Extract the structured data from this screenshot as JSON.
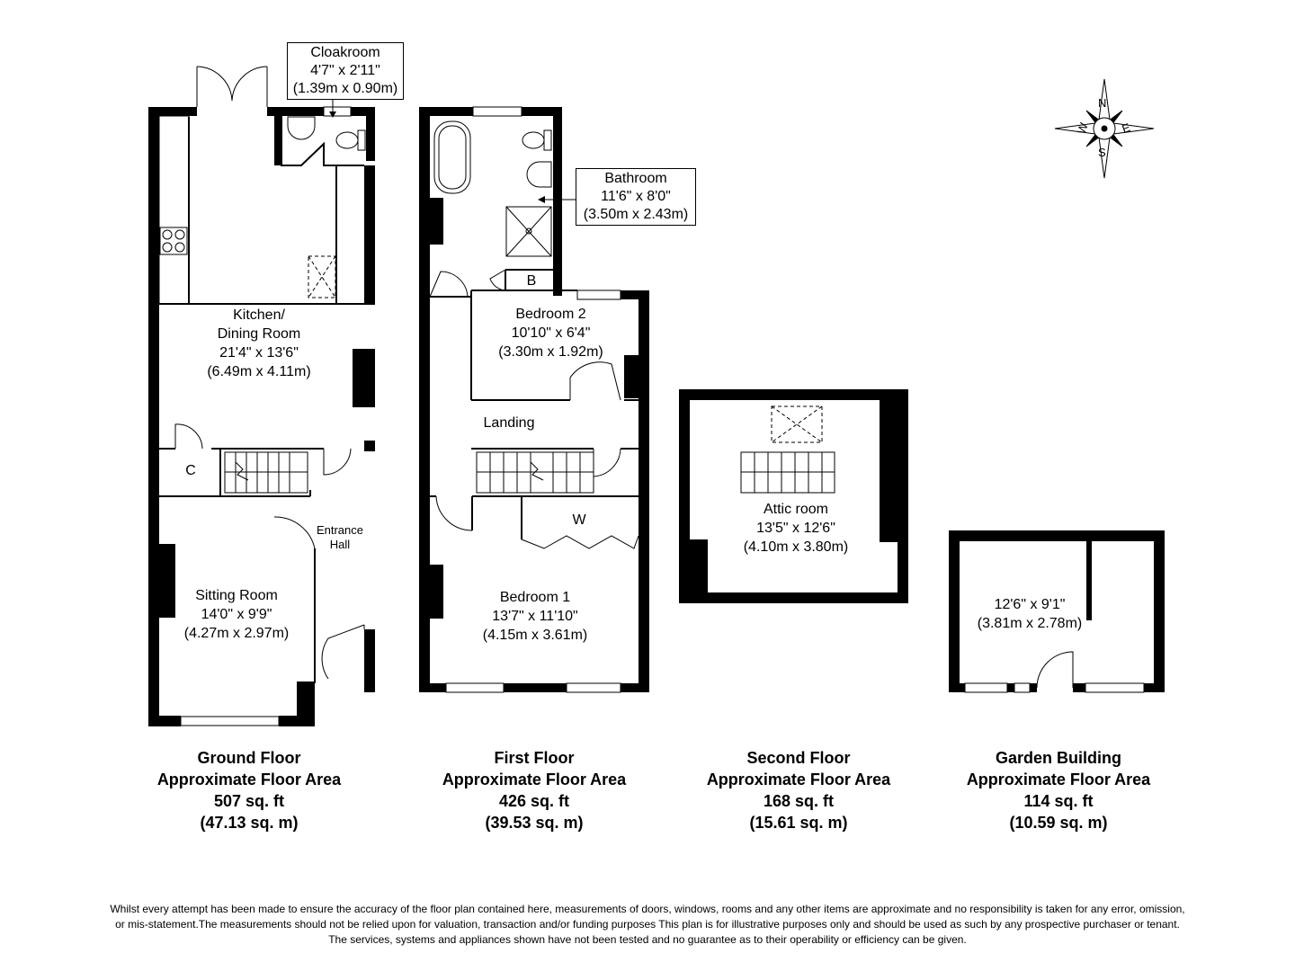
{
  "ground_floor": {
    "cloakroom": {
      "name": "Cloakroom",
      "imperial": "4'7\" x 2'11\"",
      "metric": "(1.39m x 0.90m)"
    },
    "kitchen": {
      "name_line1": "Kitchen/",
      "name_line2": "Dining Room",
      "imperial": "21'4\" x 13'6\"",
      "metric": "(6.49m x 4.11m)"
    },
    "cupboard": "C",
    "entrance_line1": "Entrance",
    "entrance_line2": "Hall",
    "sitting": {
      "name": "Sitting Room",
      "imperial": "14'0\" x 9'9\"",
      "metric": "(4.27m x 2.97m)"
    },
    "caption": {
      "title": "Ground Floor",
      "subtitle": "Approximate Floor Area",
      "area_ft": "507 sq. ft",
      "area_m": "(47.13 sq. m)"
    }
  },
  "first_floor": {
    "bathroom": {
      "name": "Bathroom",
      "imperial": "11'6\" x 8'0\"",
      "metric": "(3.50m x 2.43m)"
    },
    "boiler": "B",
    "bedroom2": {
      "name": "Bedroom 2",
      "imperial": "10'10\" x 6'4\"",
      "metric": "(3.30m x 1.92m)"
    },
    "landing": "Landing",
    "wardrobe": "W",
    "bedroom1": {
      "name": "Bedroom 1",
      "imperial": "13'7\" x 11'10\"",
      "metric": "(4.15m x 3.61m)"
    },
    "caption": {
      "title": "First Floor",
      "subtitle": "Approximate Floor Area",
      "area_ft": "426 sq. ft",
      "area_m": "(39.53 sq. m)"
    }
  },
  "second_floor": {
    "attic": {
      "name": "Attic room",
      "imperial": "13'5\" x 12'6\"",
      "metric": "(4.10m x 3.80m)"
    },
    "caption": {
      "title": "Second Floor",
      "subtitle": "Approximate Floor Area",
      "area_ft": "168 sq. ft",
      "area_m": "(15.61 sq. m)"
    }
  },
  "garden_building": {
    "room": {
      "imperial": "12'6\" x 9'1\"",
      "metric": "(3.81m x 2.78m)"
    },
    "caption": {
      "title": "Garden Building",
      "subtitle": "Approximate Floor Area",
      "area_ft": "114 sq. ft",
      "area_m": "(10.59 sq. m)"
    }
  },
  "compass": {
    "n": "N",
    "e": "E",
    "s": "S",
    "w": "W",
    "icon": "compass-rose-icon"
  },
  "disclaimer": {
    "line1": "Whilst every attempt has been made to ensure the accuracy of the floor plan contained here, measurements of doors, windows, rooms and any other items are approximate and no responsibility is taken for any error, omission,",
    "line2": "or mis-statement.The measurements should not be relied upon for valuation, transaction and/or funding purposes This plan is for illustrative purposes only and should be used as such by any prospective purchaser or tenant.",
    "line3": "The services, systems and appliances shown have not been tested and no guarantee as to their operability or efficiency can be given."
  },
  "colors": {
    "wall": "#000000",
    "background": "#ffffff"
  }
}
